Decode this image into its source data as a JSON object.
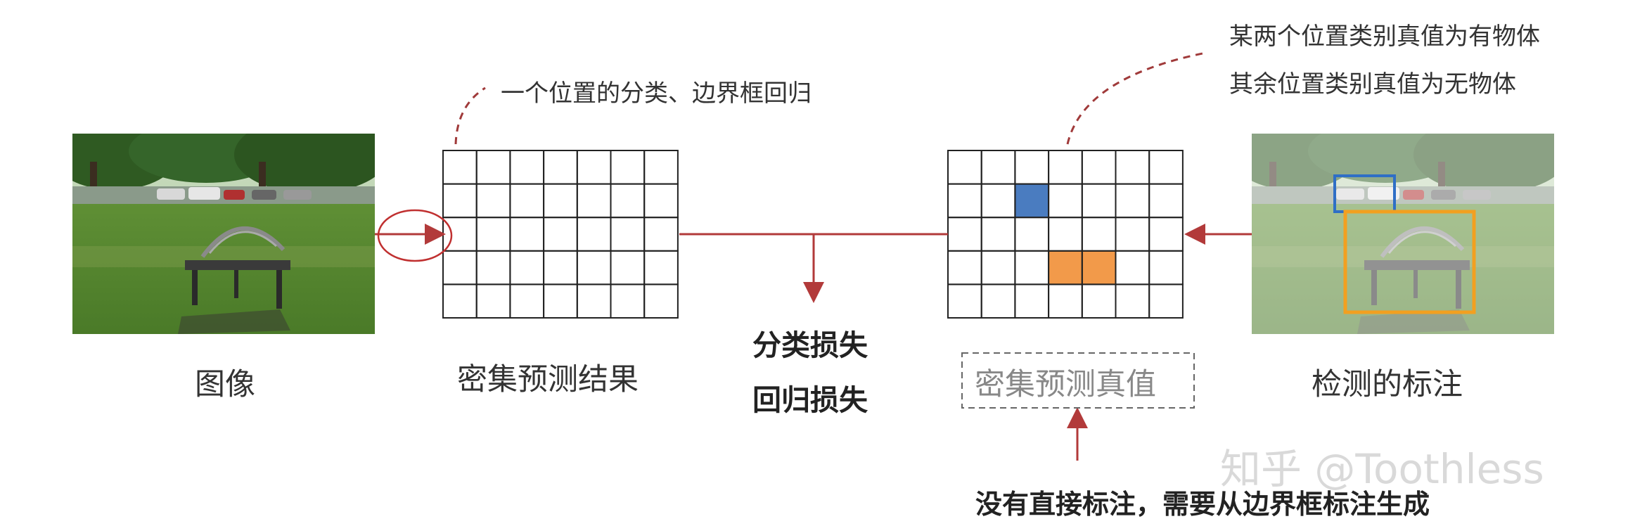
{
  "labels": {
    "image": "图像",
    "dense_prediction": "密集预测结果",
    "classification_loss": "分类损失",
    "regression_loss": "回归损失",
    "dense_ground_truth": "密集预测真值",
    "detection_annotation": "检测的标注"
  },
  "annotations": {
    "per_position_note": "一个位置的分类、边界框回归",
    "gt_note_line1": "某两个位置类别真值为有物体",
    "gt_note_line2": "其余位置类别真值为无物体",
    "bottom_note": "没有直接标注，需要从边界框标注生成"
  },
  "watermark": "知乎 @Toothless",
  "grid": {
    "rows": 5,
    "cols": 7,
    "highlighted_cells": [
      {
        "row": 1,
        "col": 2,
        "color": "#4a7cc0"
      },
      {
        "row": 3,
        "col": 3,
        "color": "#f29a4a"
      },
      {
        "row": 3,
        "col": 4,
        "color": "#f29a4a"
      }
    ]
  },
  "colors": {
    "arrow": "#b23a3a",
    "box_blue": "#2f6fc6",
    "box_orange": "#f2a020"
  }
}
